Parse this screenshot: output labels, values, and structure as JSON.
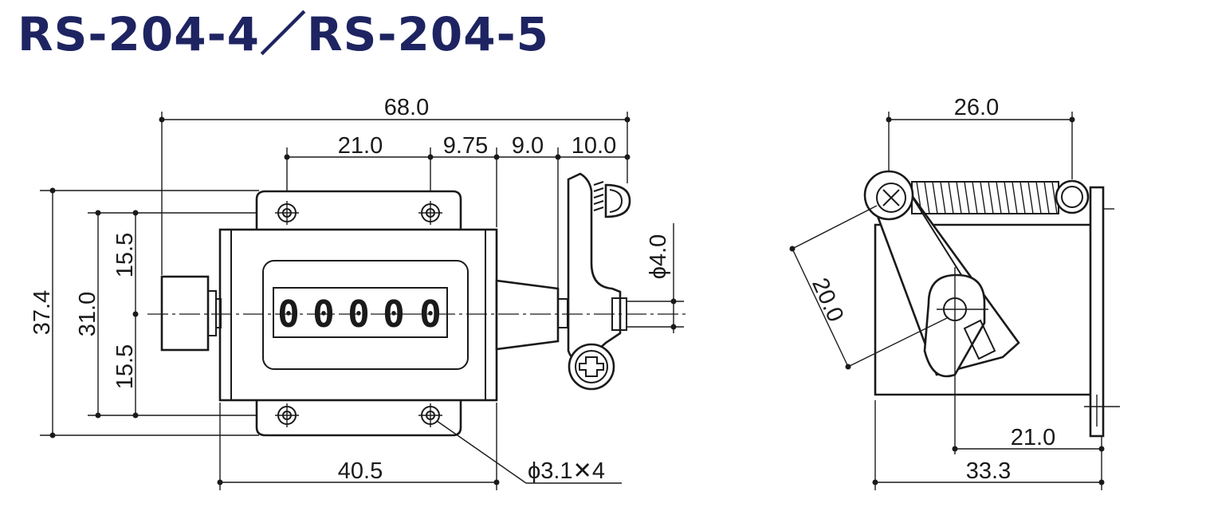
{
  "title": "RS-204-4／RS-204-5",
  "front_view": {
    "dims": {
      "overall_width": "68.0",
      "hole_spacing": "21.0",
      "offset_a": "9.75",
      "offset_b": "9.0",
      "offset_c": "10.0",
      "total_height": "37.4",
      "hole_height": "31.0",
      "upper_half": "15.5",
      "lower_half": "15.5",
      "shaft_dia": "ϕ4.0",
      "body_width": "40.5",
      "mount_holes": "ϕ3.1✕4"
    },
    "counter_digits": [
      "0",
      "0",
      "0",
      "0",
      "0"
    ]
  },
  "side_view": {
    "dims": {
      "spring_span": "26.0",
      "arm_length": "20.0",
      "pivot_offset": "21.0",
      "depth": "33.3"
    }
  }
}
